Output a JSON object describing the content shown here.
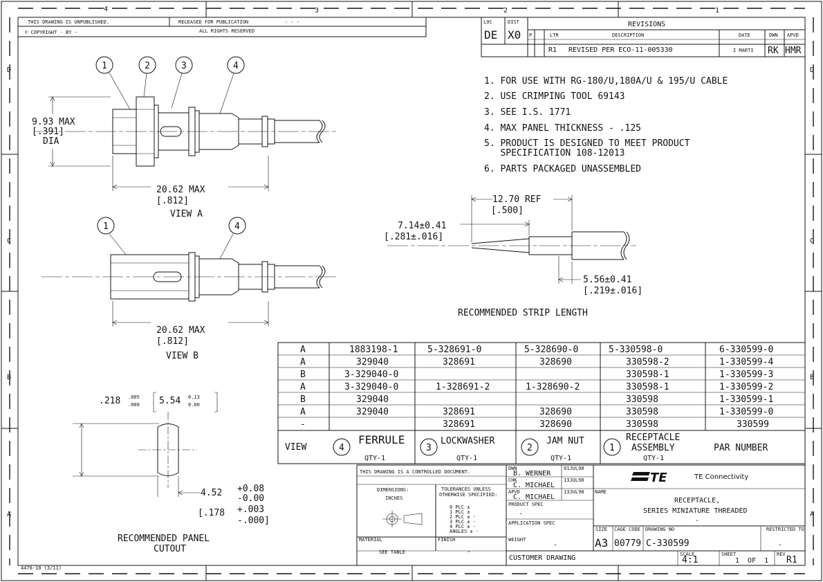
{
  "zones": {
    "cols": [
      "4",
      "3",
      "2",
      "1"
    ],
    "rows": [
      "D",
      "C",
      "B",
      "A"
    ]
  },
  "header": {
    "unpublished": "THIS DRAWING IS UNPUBLISHED.",
    "released": "RELEASED FOR PUBLICATION",
    "copyright": "© COPYRIGHT  -    BY -",
    "rights": "ALL RIGHTS RESERVED",
    "dash": "- - -"
  },
  "revisions": {
    "loc_label": "LOC",
    "dist_label": "DIST",
    "loc": "DE",
    "dist": "X0",
    "title": "REVISIONS",
    "cols": [
      "P",
      "LTR",
      "DESCRIPTION",
      "DATE",
      "DWN",
      "APVD"
    ],
    "row": {
      "ltr": "R1",
      "desc": "REVISED PER ECO-11-005330",
      "date": "",
      "name": "I MARTI",
      "dwn": "RK",
      "apvd": "HMR"
    }
  },
  "notes": [
    "1. FOR USE WITH RG-180/U,180A/U & 195/U CABLE",
    "2. USE CRIMPING TOOL 69143",
    "3. SEE I.S. 1771",
    "4. MAX PANEL THICKNESS - .125",
    "5. PRODUCT IS DESIGNED TO MEET PRODUCT",
    "   SPECIFICATION 108-12013",
    "6. PARTS PACKAGED UNASSEMBLED"
  ],
  "view_a": {
    "balloons": [
      "1",
      "2",
      "3",
      "4"
    ],
    "dia1": "9.93 MAX",
    "dia2": "[.391]",
    "dia3": "DIA",
    "len1": "20.62 MAX",
    "len2": "[.812]",
    "label": "VIEW A"
  },
  "view_b": {
    "balloons": [
      "1",
      "4"
    ],
    "len1": "20.62 MAX",
    "len2": "[.812]",
    "label": "VIEW B"
  },
  "strip": {
    "ref1": "12.70 REF",
    "ref2": "[.500]",
    "d1": "7.14±0.41",
    "d2": "[.281±.016]",
    "d3": "5.56±0.41",
    "d4": "[.219±.016]",
    "label": "RECOMMENDED STRIP LENGTH"
  },
  "cutout": {
    "tol1": ".218",
    "tol1_up": ".005",
    "tol1_dn": ".000",
    "tol2": "5.54",
    "tol2_up": "0.13",
    "tol2_dn": "0.00",
    "d1": "4.52",
    "d1_up": "+0.08",
    "d1_dn": "-0.00",
    "d2": "[.178",
    "d2_up": "+.003",
    "d2_dn": "-.000]",
    "label1": "RECOMMENDED PANEL",
    "label2": "CUTOUT"
  },
  "parts_table": {
    "rows": [
      [
        "A",
        "1883198-1",
        "5-328691-0",
        "5-328690-0",
        "5-330598-0",
        "6-330599-0"
      ],
      [
        "A",
        "329040",
        "328691",
        "328690",
        "330598-2",
        "1-330599-4"
      ],
      [
        "B",
        "3-329040-0",
        "",
        "",
        "330598-1",
        "1-330599-3"
      ],
      [
        "A",
        "3-329040-0",
        "1-328691-2",
        "1-328690-2",
        "330598-1",
        "1-330599-2"
      ],
      [
        "B",
        "329040",
        "",
        "",
        "330598",
        "1-330599-1"
      ],
      [
        "A",
        "329040",
        "328691",
        "328690",
        "330598",
        "1-330599-0"
      ],
      [
        "-",
        "",
        "328691",
        "328690",
        "330598",
        "330599"
      ]
    ],
    "footer": {
      "view": "VIEW",
      "ferrule_no": "4",
      "ferrule": "FERRULE",
      "ferrule_qty": "QTY-1",
      "lock_no": "3",
      "lock": "LOCKWASHER",
      "lock_qty": "QTY-1",
      "jam_no": "2",
      "jam": "JAM NUT",
      "jam_qty": "QTY-1",
      "rec_no": "1",
      "rec1": "RECEPTACLE",
      "rec2": "ASSEMBLY",
      "rec_qty": "QTY-1",
      "part": "PAR  NUMBER"
    }
  },
  "title_block": {
    "controlled": "THIS DRAWING IS A CONTROLLED DOCUMENT.",
    "dimensions": "DIMENSIONS:",
    "inches": "INCHES",
    "tol_title1": "TOLERANCES UNLESS",
    "tol_title2": "OTHERWISE SPECIFIED:",
    "tol_rows": [
      "0 PLC  ±",
      "1 PLC  ±",
      "2 PLC  ± -",
      "3 PLC  ± -",
      "4 PLC  ± -",
      "ANGLES   ± -"
    ],
    "material": "MATERIAL",
    "finish": "FINISH",
    "see_table": "SEE TABLE",
    "finish_val": "-",
    "weight": "WEIGHT",
    "weight_val": "-",
    "customer": "CUSTOMER DRAWING",
    "dwn": "DWN",
    "dwn_name": "B. WERNER",
    "dwn_date": "01JUL98",
    "chk": "CHK",
    "chk_name": "C. MICHAEL",
    "chk_date": "13JUL98",
    "apvd": "APVD",
    "apvd_name": "C. MICHAEL",
    "apvd_date": "13JUL98",
    "product_spec": "PRODUCT SPEC",
    "product_spec_val": "-",
    "app_spec": "APPLICATION SPEC",
    "brand": "TE",
    "brand_name": "TE Connectivity",
    "name_label": "NAME",
    "name1": "RECEPTACLE,",
    "name2": "SERIES MINIATURE THREADED",
    "name3": "-",
    "size_label": "SIZE",
    "size": "A3",
    "cage_label": "CAGE CODE",
    "cage": "00779",
    "dwg_label": "DRAWING NO",
    "dwg": "C-330599",
    "restricted": "RESTRICTED TO",
    "restricted_val": "-",
    "scale_label": "SCALE",
    "scale": "4:1",
    "sheet_label": "SHEET",
    "sheet": "1  OF  1",
    "rev_label": "REV",
    "rev": "R1"
  },
  "form_id": "4476-10 (3/11)"
}
